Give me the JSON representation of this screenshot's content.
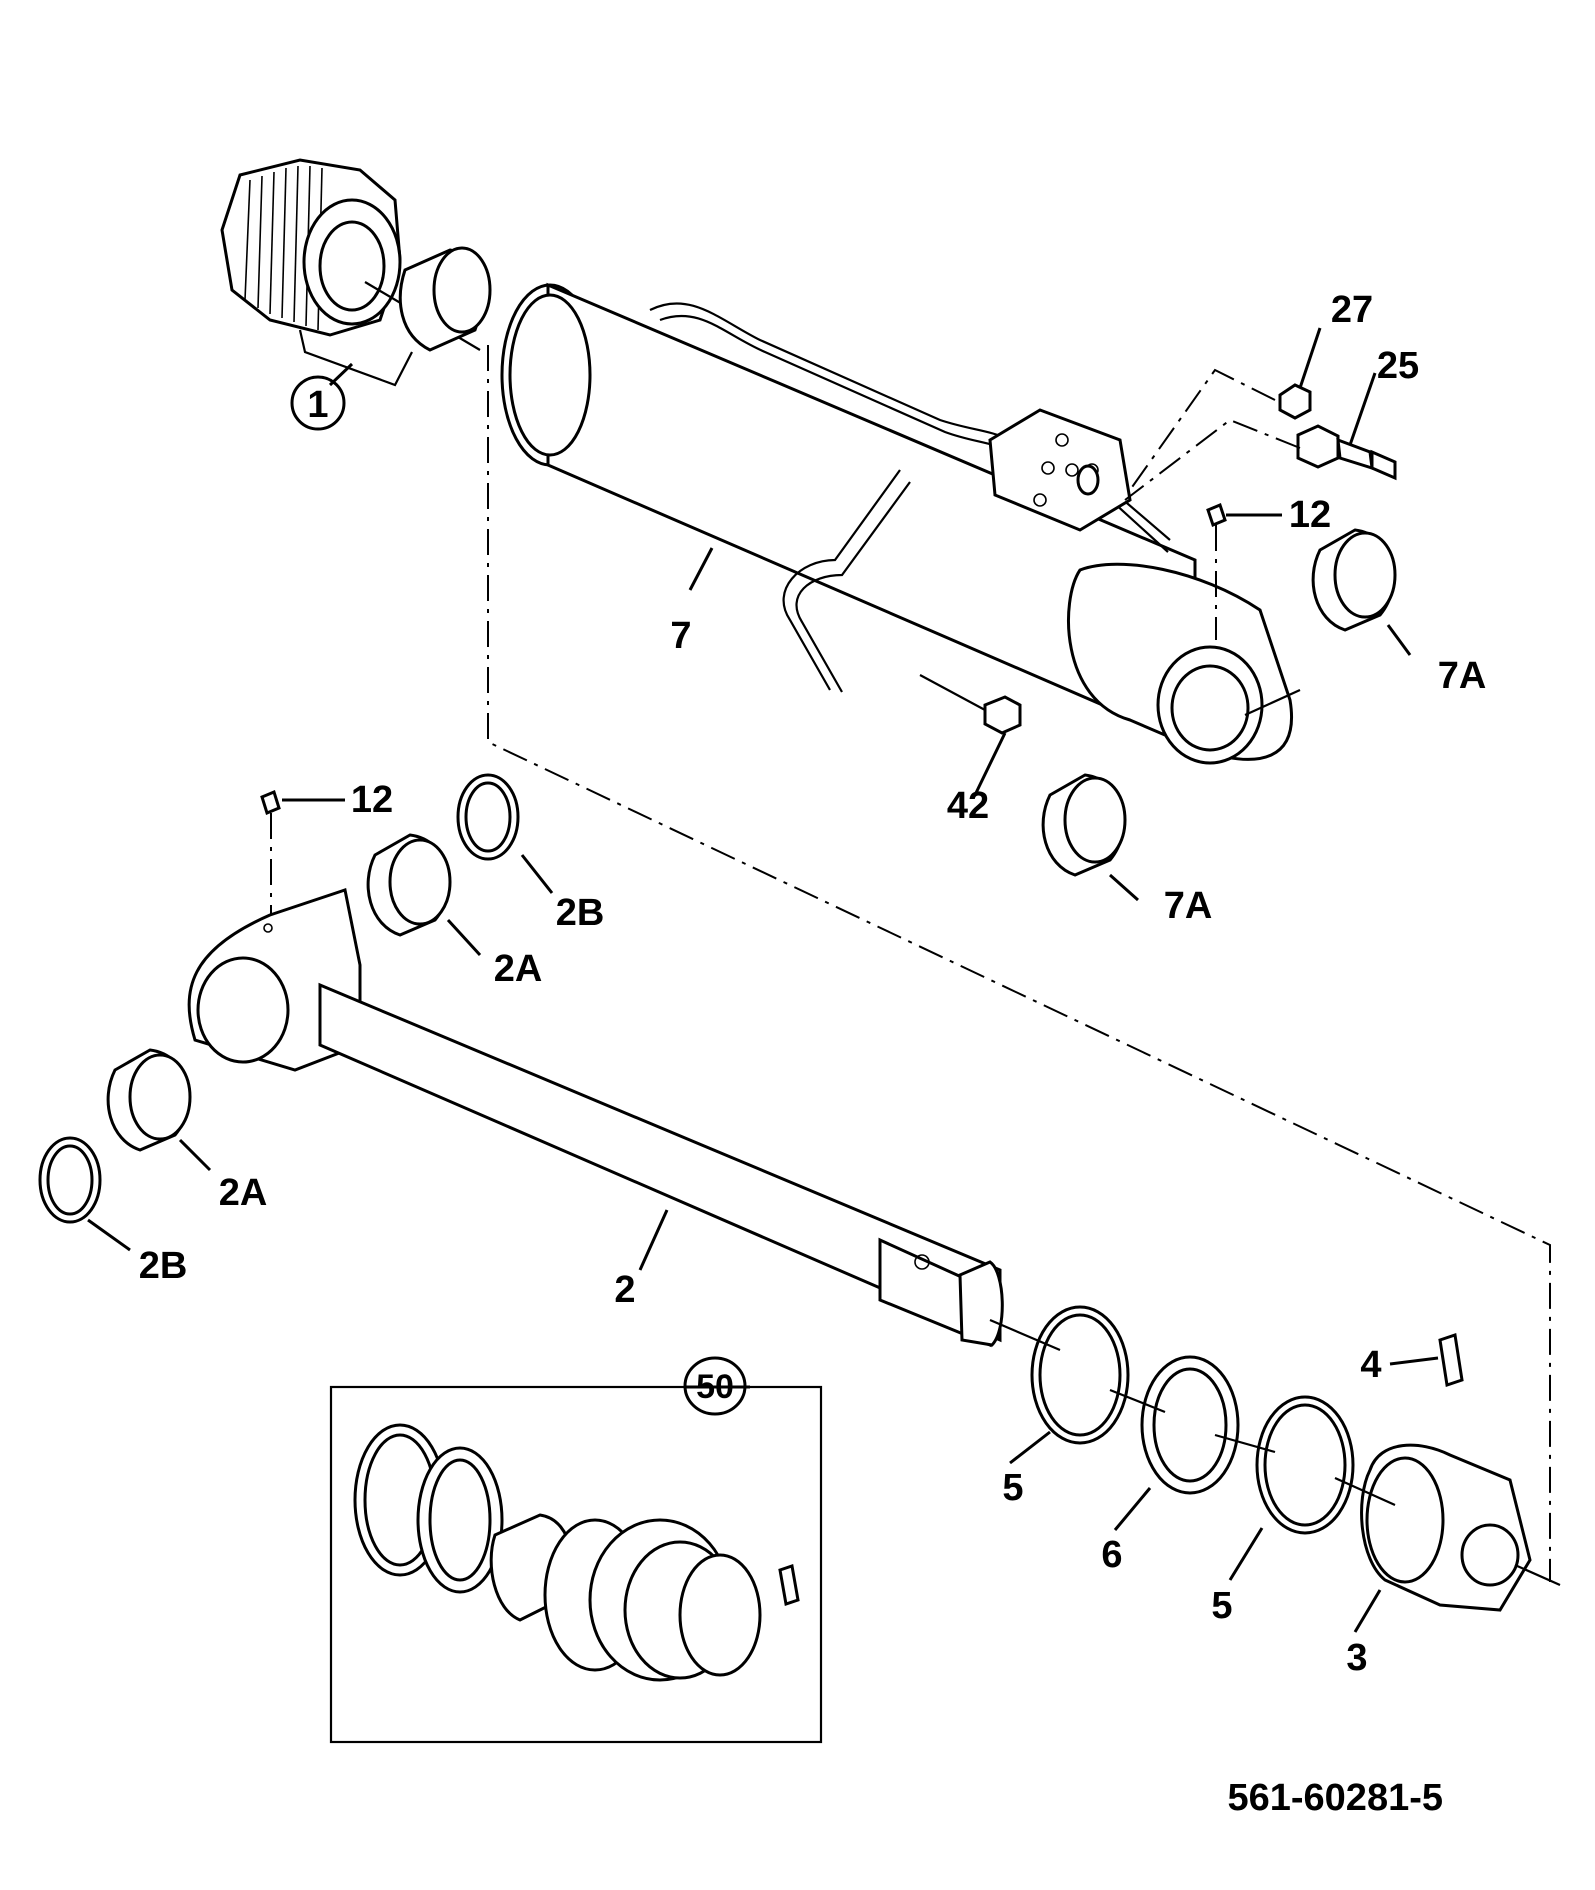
{
  "diagram": {
    "drawing_number": "561-60281-5",
    "kit_label": "50",
    "callouts": {
      "c1": "1",
      "c2": "2",
      "c2a_top": "2A",
      "c2b_top": "2B",
      "c2a_left": "2A",
      "c2b_left": "2B",
      "c3": "3",
      "c4": "4",
      "c5_left": "5",
      "c5_right": "5",
      "c6": "6",
      "c7": "7",
      "c7a_top": "7A",
      "c7a_bottom": "7A",
      "c12_top": "12",
      "c12_left": "12",
      "c25": "25",
      "c27": "27",
      "c42": "42"
    }
  }
}
